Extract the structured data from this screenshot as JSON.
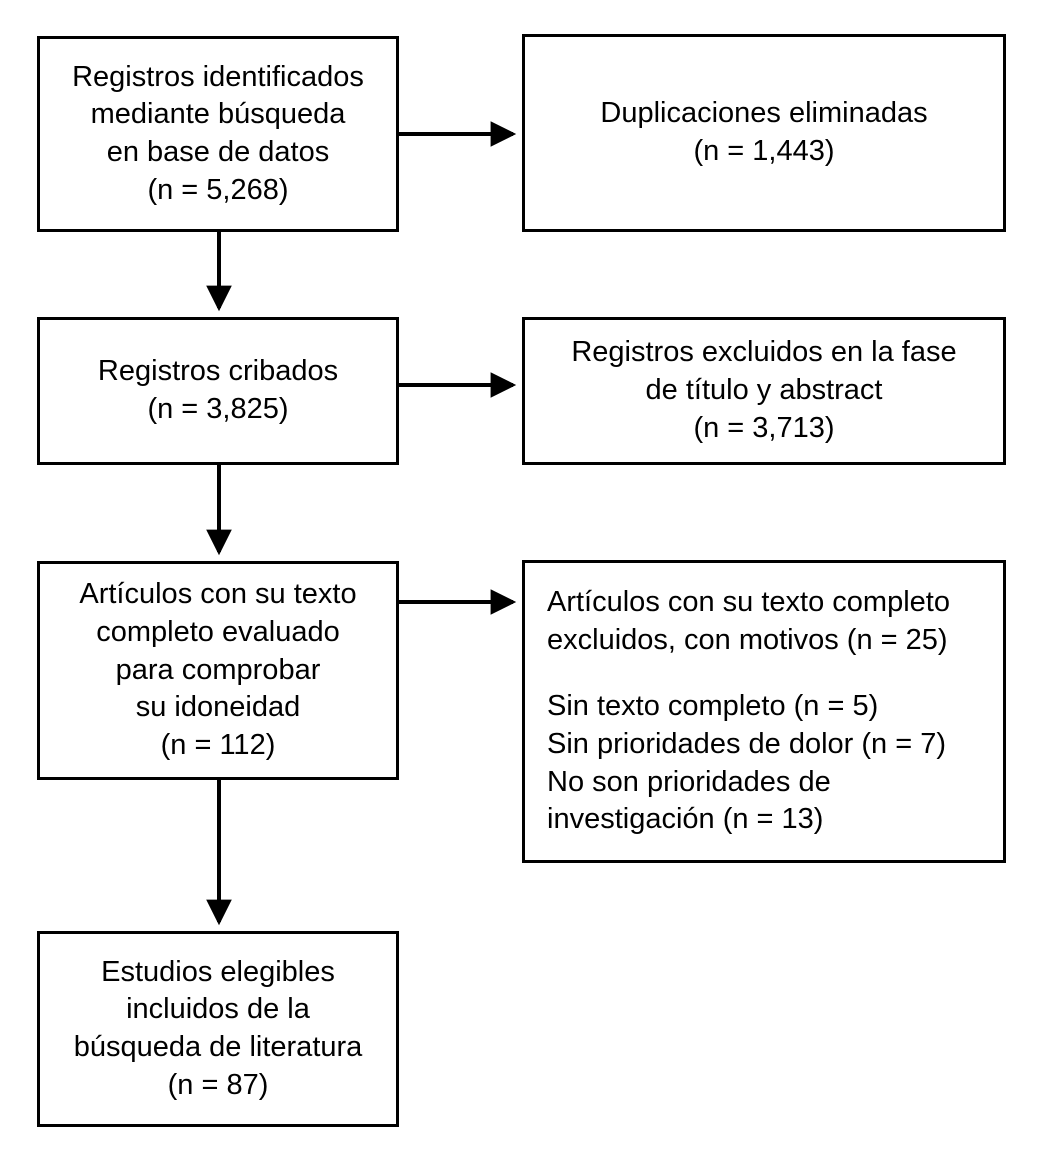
{
  "diagram": {
    "title": "PRISMA flow diagram",
    "language": "es",
    "stroke_color": "#000000",
    "background_color": "#ffffff"
  },
  "nodes": {
    "identified": {
      "name": "records-identified",
      "lines": [
        "Registros identificados",
        "mediante búsqueda",
        "en base de datos",
        "(n = 5,268)"
      ],
      "count": "5,268"
    },
    "duplicates": {
      "name": "duplicates-removed",
      "lines": [
        "Duplicaciones eliminadas",
        "(n = 1,443)"
      ],
      "count": "1,443"
    },
    "screened": {
      "name": "records-screened",
      "lines": [
        "Registros cribados",
        "(n = 3,825)"
      ],
      "count": "3,825"
    },
    "excluded_title_abstract": {
      "name": "records-excluded-title-abstract",
      "lines": [
        "Registros excluidos en la fase",
        "de título y abstract",
        "(n = 3,713)"
      ],
      "count": "3,713"
    },
    "fulltext_assessed": {
      "name": "fulltext-assessed",
      "lines": [
        "Artículos con su texto",
        "completo evaluado",
        "para comprobar",
        "su idoneidad",
        "(n = 112)"
      ],
      "count": "112"
    },
    "fulltext_excluded": {
      "name": "fulltext-excluded-with-reasons",
      "header_lines": [
        "Artículos con su texto completo",
        "excluidos, con motivos (n = 25)"
      ],
      "count": "25",
      "reason_lines": [
        "Sin texto completo (n = 5)",
        "Sin prioridades de dolor (n = 7)",
        "No son prioridades de",
        "investigación (n = 13)"
      ],
      "reasons": [
        {
          "label": "Sin texto completo",
          "count": "5"
        },
        {
          "label": "Sin prioridades de dolor",
          "count": "7"
        },
        {
          "label": "No son prioridades de investigación",
          "count": "13"
        }
      ]
    },
    "included": {
      "name": "studies-included",
      "lines": [
        "Estudios elegibles",
        "incluidos de la",
        "búsqueda de literatura",
        "(n = 87)"
      ],
      "count": "87"
    }
  },
  "connectors": [
    {
      "name": "arrow-identified-to-duplicates",
      "direction": "right"
    },
    {
      "name": "arrow-identified-to-screened",
      "direction": "down"
    },
    {
      "name": "arrow-screened-to-excluded-title-abstract",
      "direction": "right"
    },
    {
      "name": "arrow-screened-to-fulltext",
      "direction": "down"
    },
    {
      "name": "arrow-fulltext-to-excluded-fulltext",
      "direction": "right"
    },
    {
      "name": "arrow-fulltext-to-included",
      "direction": "down"
    }
  ]
}
